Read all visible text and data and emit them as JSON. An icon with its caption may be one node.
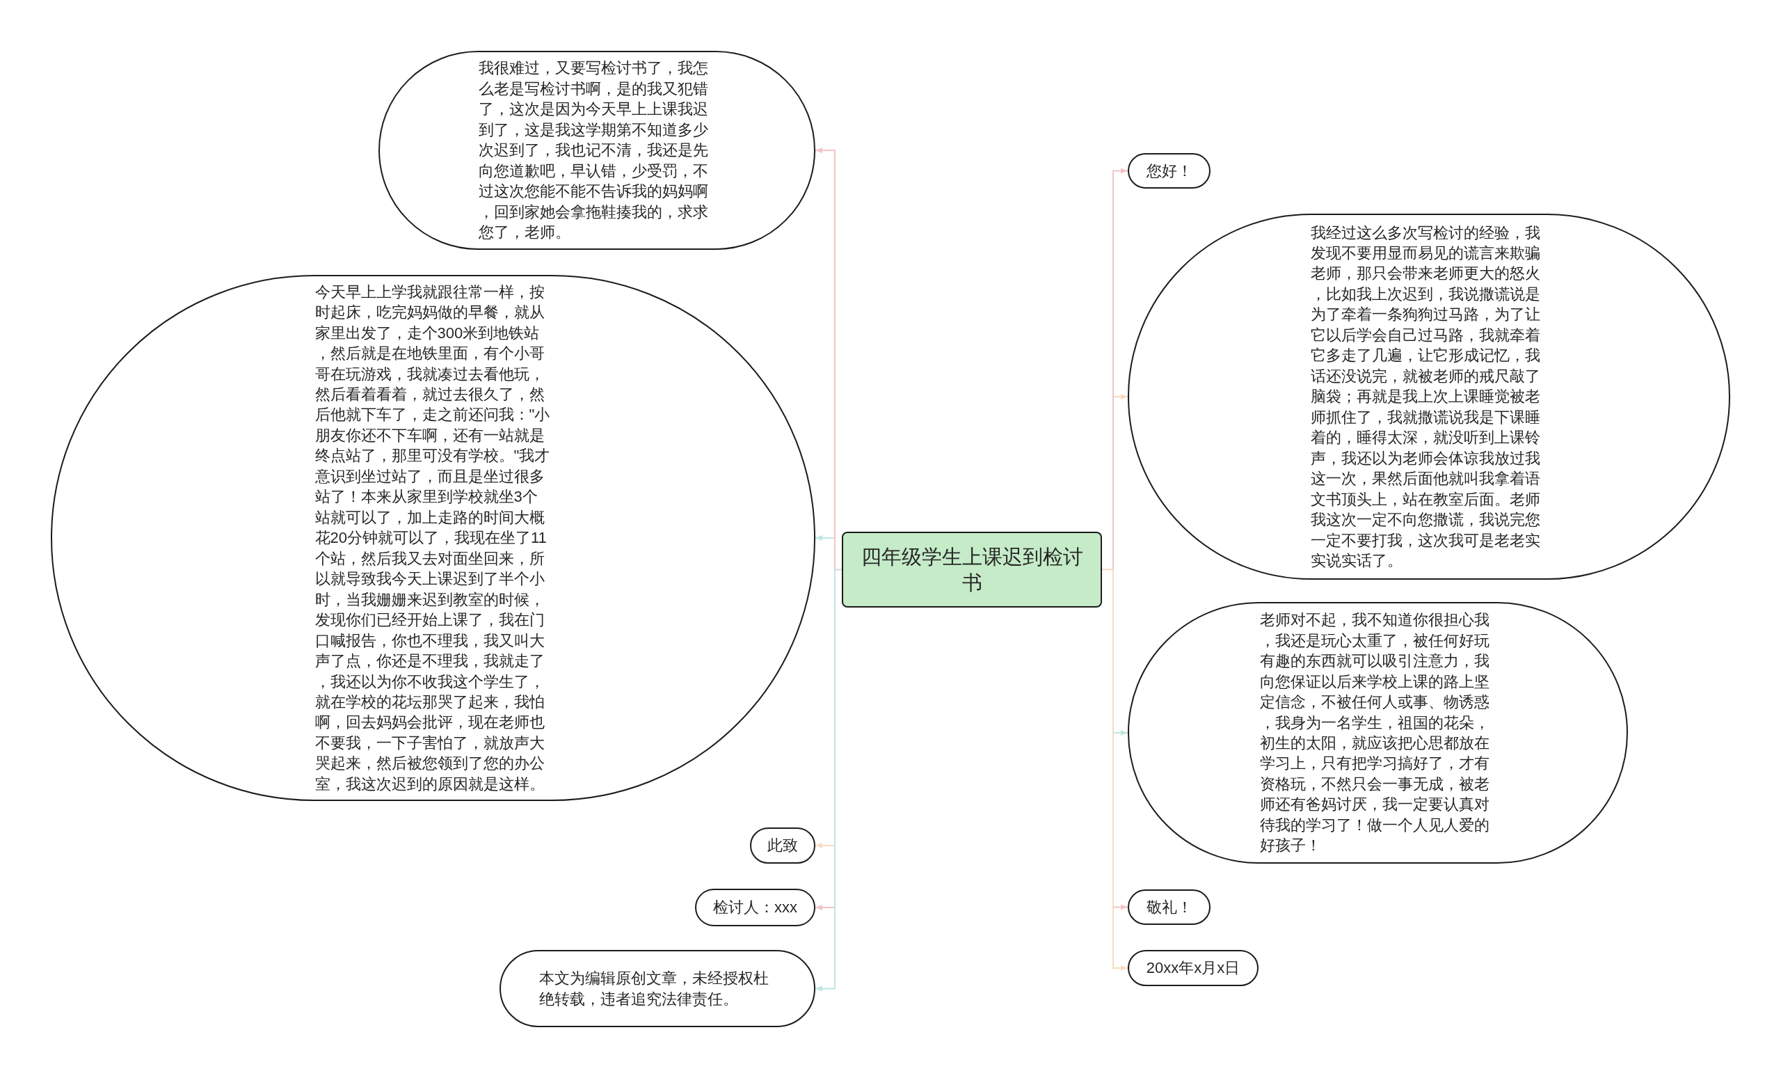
{
  "diagram": {
    "nodes": [
      {
        "text": [
          "四年级学生上课迟到检讨书"
        ]
      },
      {
        "text": [
          "我很难过，又要写检讨书了，我怎么老是写检讨书啊，是的我又犯错了，这次是因为今天早上上课我迟到了，这是我这学期第不知道多少次迟到了，我也记不清，我还是先向您道歉吧，早认错，少受罚，不过这次您能不能不告诉我的妈妈啊，回到家她会拿拖鞋揍我的，求求您了，老师。"
        ]
      },
      {
        "text": [
          "今天早上上学我就跟往常一样，按时起床，吃完妈妈做的早餐，就从家里出发了，走个300米到地铁站，然后就是在地铁里面，有个小哥哥在玩游戏，我就凑过去看他玩，然后看着看着，就过去很久了，然后他就下车了，走之前还问我：\"小朋友你还不下车啊，还有一站就是终点站了，那里可没有学校。\"我才意识到坐过站了，而且是坐过很多站了！本来从家里到学校就坐3个站就可以了，加上走路的时间大概花20分钟就可以了，我现在坐了11个站，然后我又去对面坐回来，所以就导致我今天上课迟到了半个小时，当我姗姗来迟到教室的时候，发现你们已经开始上课了，我在门口喊报告，你也不理我，我又叫大声了点，你还是不理我，我就走了，我还以为你不收我这个学生了，就在学校的花坛那哭了起来，我怕啊，回去妈妈会批评，现在老师也不要我，一下子害怕了，就放声大哭起来，然后被您领到了您的办公室，我这次迟到的原因就是这样。"
        ]
      },
      {
        "text": [
          "此致"
        ]
      },
      {
        "text": [
          "检讨人：xxx"
        ]
      },
      {
        "text": [
          "本文为编辑原创文章，未经授权杜绝转载，违者追究法律责任。"
        ]
      },
      {
        "text": [
          "您好！"
        ]
      },
      {
        "text": [
          "我经过这么多次写检讨的经验，我发现不要用显而易见的谎言来欺骗老师，那只会带来老师更大的怒火，比如我上次迟到，我说撒谎说是为了牵着一条狗狗过马路，为了让它以后学会自己过马路，我就牵着它多走了几遍，让它形成记忆，我话还没说完，就被老师的戒尺敲了脑袋；再就是我上次上课睡觉被老师抓住了，我就撒谎说我是下课睡着的，睡得太深，就没听到上课铃声，我还以为老师会体谅我放过我这一次，果然后面他就叫我拿着语文书顶头上，站在教室后面。老师我这次一定不向您撒谎，我说完您一定不要打我，这次我可是老老实实说实话了。"
        ]
      },
      {
        "text": [
          "老师对不起，我不知道你很担心我，我还是玩心太重了，被任何好玩有趣的东西就可以吸引注意力，我向您保证以后来学校上课的路上坚定信念，不被任何人或事、物诱惑，我身为一名学生，祖国的花朵，初生的太阳，就应该把心思都放在学习上，只有把学习搞好了，才有资格玩，不然只会一事无成，被老师还有爸妈讨厌，我一定要认真对待我的学习了！做一个人见人爱的好孩子！"
        ]
      },
      {
        "text": [
          "敬礼！"
        ]
      },
      {
        "text": [
          "20xx年x月x日"
        ]
      }
    ],
    "edges": [
      {
        "from": 0,
        "to": 1,
        "arrow": "to",
        "color": "#f4c4c4"
      },
      {
        "from": 0,
        "to": 2,
        "arrow": "to",
        "color": "#bde6df"
      },
      {
        "from": 0,
        "to": 3,
        "arrow": "to",
        "color": "#f8dcc0"
      },
      {
        "from": 0,
        "to": 4,
        "arrow": "to",
        "color": "#f4c4c4"
      },
      {
        "from": 0,
        "to": 5,
        "arrow": "to",
        "color": "#bde6df"
      },
      {
        "from": 0,
        "to": 6,
        "arrow": "to",
        "color": "#f4c4c4"
      },
      {
        "from": 0,
        "to": 7,
        "arrow": "to",
        "color": "#f8dcc0"
      },
      {
        "from": 0,
        "to": 8,
        "arrow": "to",
        "color": "#bde6df"
      },
      {
        "from": 0,
        "to": 9,
        "arrow": "to",
        "color": "#f4c4c4"
      },
      {
        "from": 0,
        "to": 10,
        "arrow": "to",
        "color": "#f8dcc0"
      }
    ]
  }
}
